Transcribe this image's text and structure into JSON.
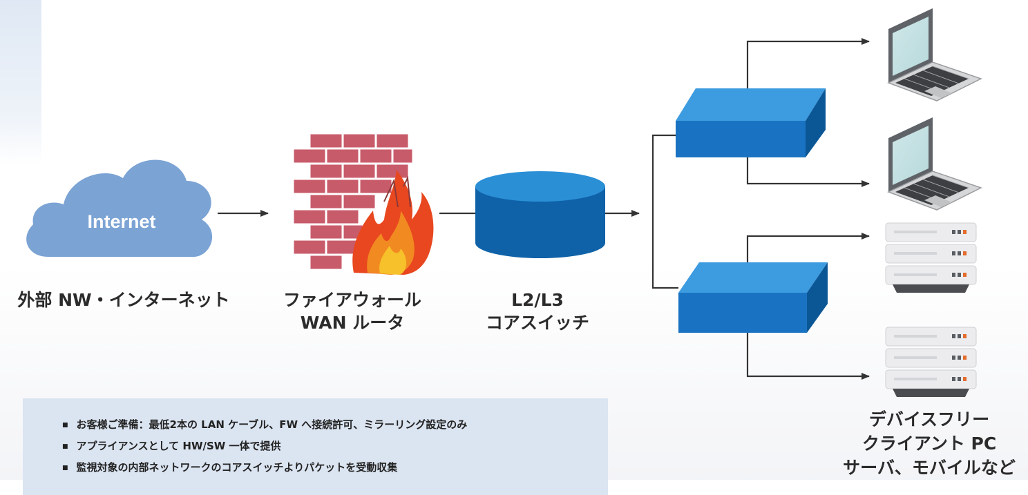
{
  "nodes": {
    "internet": {
      "cloud_text": "Internet",
      "caption": "外部 NW・インターネット"
    },
    "firewall": {
      "caption_line1": "ファイアウォール",
      "caption_line2": "WAN ルータ"
    },
    "core_switch": {
      "caption_line1": "L2/L3",
      "caption_line2": "コアスイッチ"
    },
    "devices": {
      "caption_line1": "デバイスフリー",
      "caption_line2": "クライアント PC",
      "caption_line3": "サーバ、モバイルなど"
    }
  },
  "notes": [
    "お客様ご準備：最低2本の LAN ケーブル、FW へ接続許可、ミラーリング設定のみ",
    "アプライアンスとして HW/SW 一体で提供",
    "監視対象の内部ネットワークのコアスイッチよりパケットを受動収集"
  ],
  "colors": {
    "cloud": "#7ba3d4",
    "switch_top": "#2b8fd6",
    "switch_side": "#0f62a8",
    "brick": "#c85b6a",
    "flame_outer": "#e8471f",
    "flame_inner": "#f6c12a",
    "note_box": "#dbe4f1",
    "arrow": "#333333"
  }
}
